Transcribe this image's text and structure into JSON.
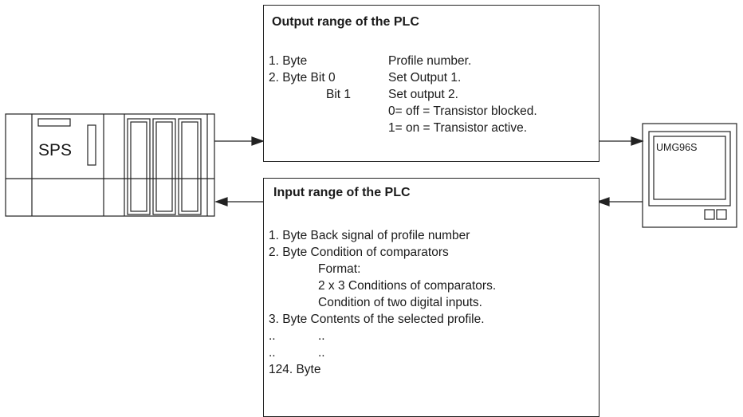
{
  "plc": {
    "label": "SPS"
  },
  "device": {
    "label": "UMG96S"
  },
  "output_box": {
    "title": "Output range of the PLC",
    "rows": [
      {
        "key": "1. Byte",
        "value": "Profile number."
      },
      {
        "key": "2. Byte Bit 0",
        "value": "Set Output 1."
      },
      {
        "key": "Bit 1",
        "value": "Set output 2."
      },
      {
        "key": "",
        "value": "0= off = Transistor blocked."
      },
      {
        "key": "",
        "value": "1= on = Transistor active."
      }
    ]
  },
  "input_box": {
    "title": "Input range of the PLC",
    "lines": [
      "1. Byte Back signal of profile number",
      "2. Byte Condition of comparators",
      "Format:",
      "2 x 3 Conditions of comparators.",
      "Condition of two digital inputs.",
      "3. Byte Contents of the selected profile.",
      "..",
      "..",
      "..",
      "..",
      "124. Byte"
    ]
  }
}
